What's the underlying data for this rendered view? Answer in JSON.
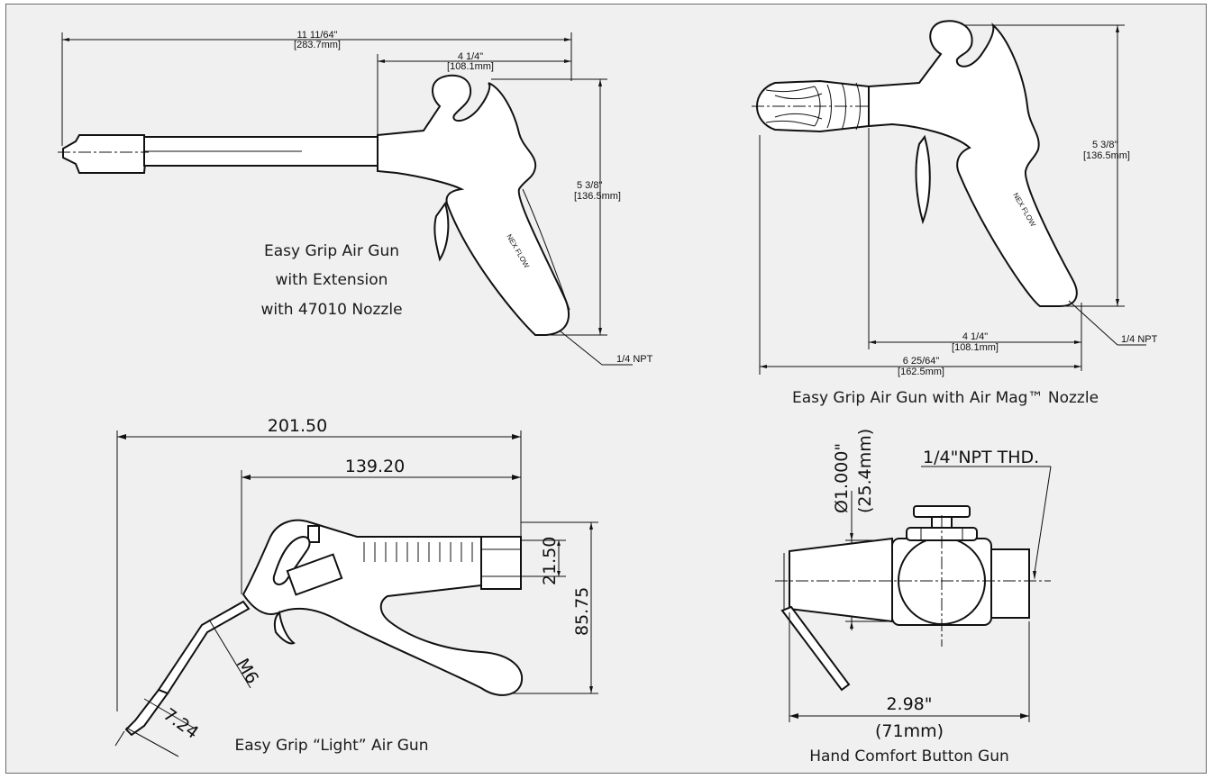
{
  "drawings": {
    "extension_gun": {
      "caption": [
        "Easy Grip Air Gun",
        "with Extension",
        "with 47010 Nozzle"
      ],
      "overall_length": "11 11/64\"",
      "overall_length_mm": "[283.7mm]",
      "handle_length": "4 1/4\"",
      "handle_length_mm": "[108.1mm]",
      "height": "5 3/8\"",
      "height_mm": "[136.5mm]",
      "thread": "1/4 NPT",
      "brand": "NEX FLOW"
    },
    "airmag_gun": {
      "caption": "Easy Grip Air Gun with Air Mag™ Nozzle",
      "height": "5 3/8\"",
      "height_mm": "[136.5mm]",
      "handle_length": "4 1/4\"",
      "handle_length_mm": "[108.1mm]",
      "overall_length": "6 25/64\"",
      "overall_length_mm": "[162.5mm]",
      "thread": "1/4 NPT",
      "brand": "NEX FLOW"
    },
    "light_gun": {
      "caption": "Easy Grip “Light” Air Gun",
      "overall_length": "201.50",
      "body_length": "139.20",
      "inlet_height": "21.50",
      "height": "85.75",
      "thread": "M6",
      "nozzle_dia": "7.24"
    },
    "button_gun": {
      "caption_1": "(71mm)",
      "caption_2": "Hand Comfort Button Gun",
      "length": "2.98\"",
      "diameter": "Ø1.000\"",
      "diameter_mm": "(25.4mm)",
      "thread": "1/4\"NPT THD."
    }
  }
}
